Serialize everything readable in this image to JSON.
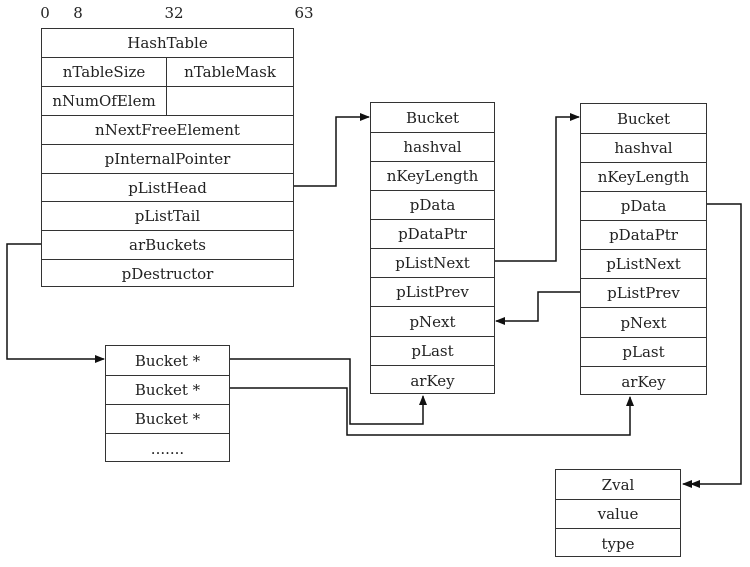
{
  "bit_ruler": [
    "0",
    "8",
    "32",
    "63"
  ],
  "hashtable": {
    "title": "HashTable",
    "nTableSize": "nTableSize",
    "nTableMask": "nTableMask",
    "nNumOfElem": "nNumOfElem",
    "fields": [
      "nNextFreeElement",
      "pInternalPointer",
      "pListHead",
      "pListTail",
      "arBuckets",
      "pDestructor"
    ]
  },
  "bucket_array": [
    "Bucket *",
    "Bucket *",
    "Bucket *",
    "......."
  ],
  "bucket_1": [
    "Bucket",
    "hashval",
    "nKeyLength",
    "pData",
    "pDataPtr",
    "pListNext",
    "pListPrev",
    "pNext",
    "pLast",
    "arKey"
  ],
  "bucket_2": [
    "Bucket",
    "hashval",
    "nKeyLength",
    "pData",
    "pDataPtr",
    "pListNext",
    "pListPrev",
    "pNext",
    "pLast",
    "arKey"
  ],
  "zval": [
    "Zval",
    "value",
    "type"
  ]
}
